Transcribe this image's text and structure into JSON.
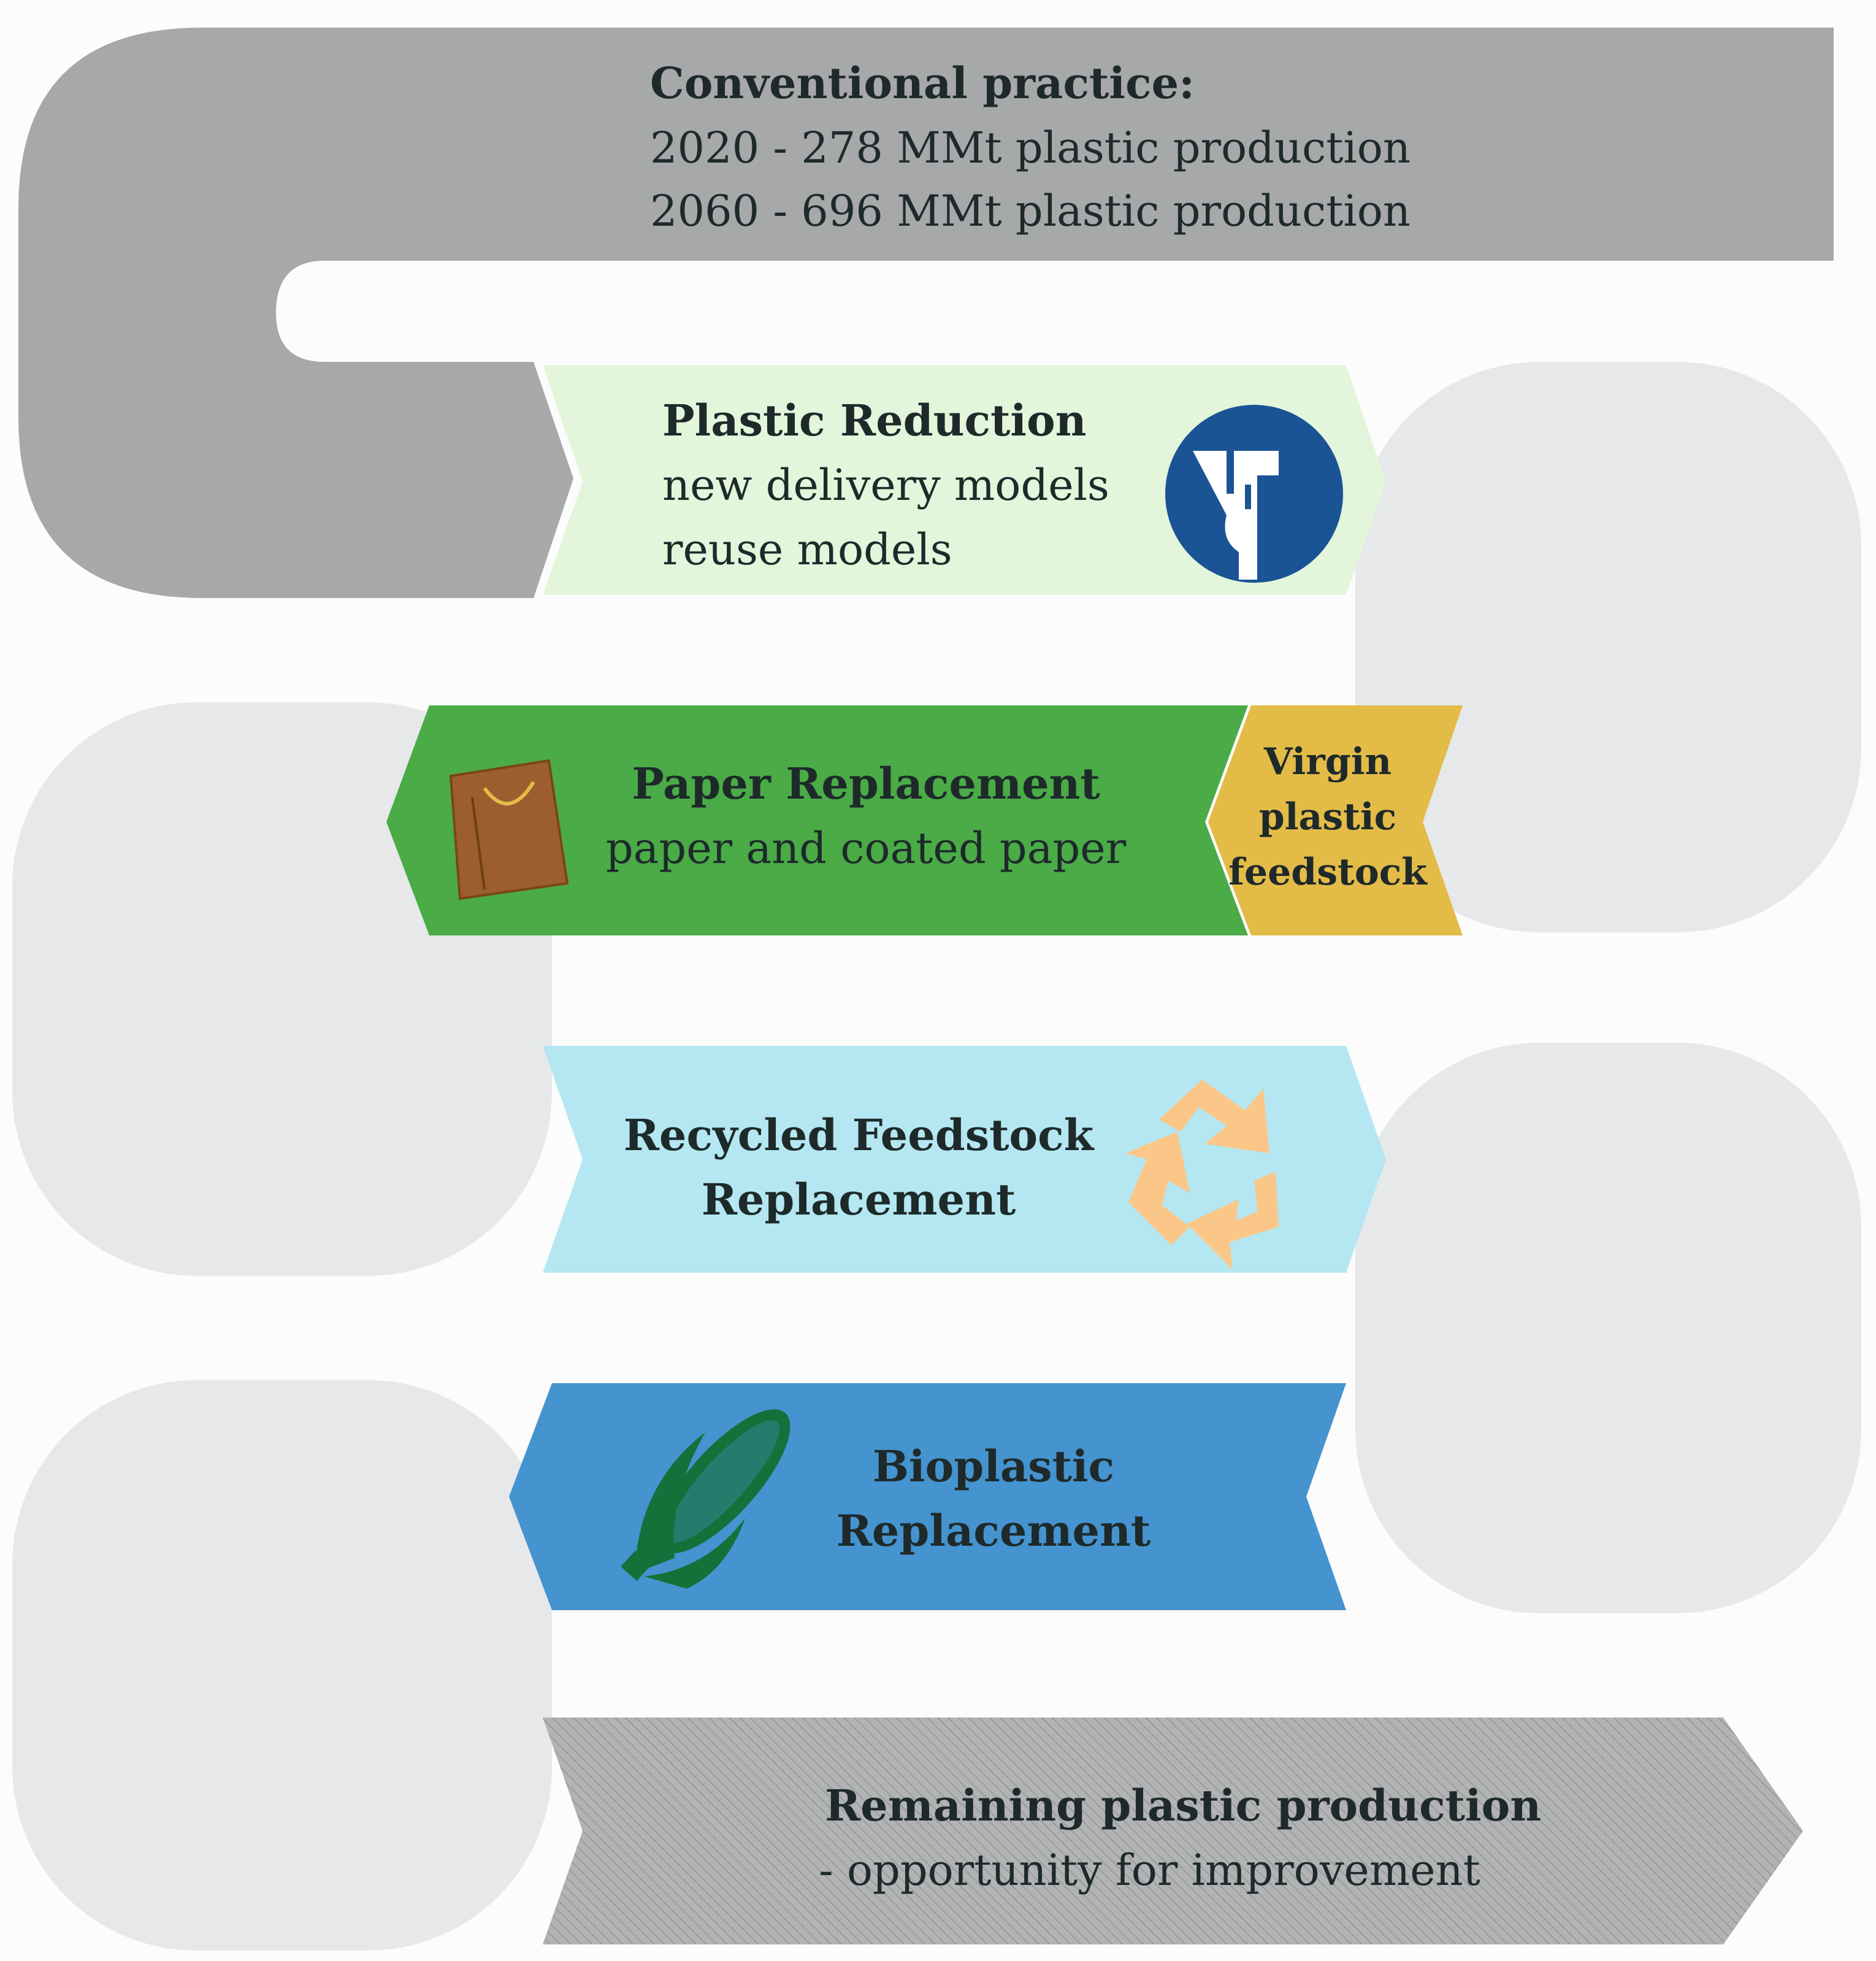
{
  "conventional": {
    "heading": "Conventional practice:",
    "line1": "2020 - 278 MMt plastic production",
    "line2": "2060 - 696 MMt plastic production"
  },
  "reduction": {
    "heading": "Plastic Reduction",
    "line1": "new delivery models",
    "line2": "reuse models",
    "icon": "water-dispenser-icon"
  },
  "paper": {
    "heading": "Paper Replacement",
    "line1": "paper and coated paper",
    "icon": "paper-bag-icon"
  },
  "virgin": {
    "line1": "Virgin",
    "line2": "plastic",
    "line3": "feedstock"
  },
  "recycled": {
    "line1": "Recycled Feedstock",
    "line2": "Replacement",
    "icon": "recycle-icon"
  },
  "bioplastic": {
    "line1": "Bioplastic",
    "line2": "Replacement",
    "icon": "corn-icon"
  },
  "remaining": {
    "heading": "Remaining plastic production",
    "line1": "- opportunity for improvement"
  },
  "colors": {
    "dark_gray": "#a7a8aa",
    "light_gray": "#e6e8e9",
    "reduction_bg": "#e3f6dc",
    "paper_bg": "#4aab47",
    "virgin_bg": "#e3bb47",
    "recycled_bg": "#b4e7f1",
    "bio_bg": "#4593cf",
    "dispenser_blue": "#1b5495",
    "bag_brown": "#9c5e2e",
    "recycle_orange": "#fbc789",
    "corn_green": "#15703a"
  }
}
